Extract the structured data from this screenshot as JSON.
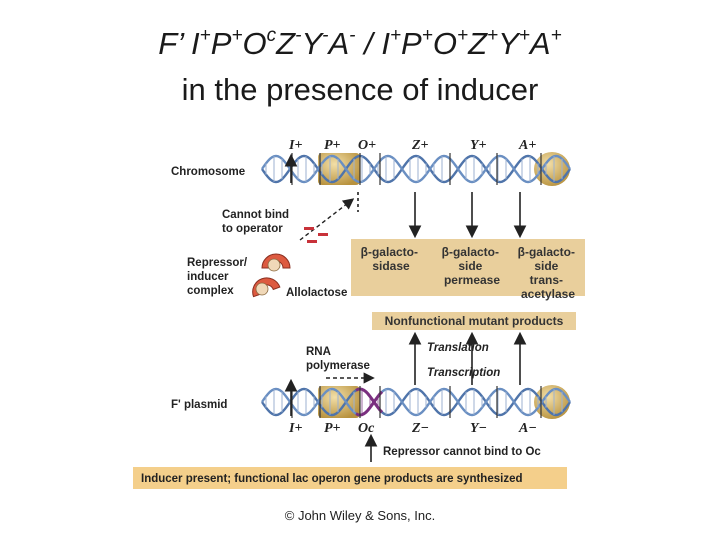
{
  "title": {
    "line1": {
      "F": "F’",
      "I1": "I",
      "I1s": "+",
      "P1": "P",
      "P1s": "+",
      "O1": "O",
      "O1s": "c",
      "Z1": "Z",
      "Z1s": "-",
      "Y1": "Y",
      "Y1s": "-",
      "A1": "A",
      "A1s": "-",
      "sep": " / ",
      "I2": "I",
      "I2s": "+",
      "P2": "P",
      "P2s": "+",
      "O2": "O",
      "O2s": "+",
      "Z2": "Z",
      "Z2s": "+",
      "Y2": "Y",
      "Y2s": "+",
      "A2": "A",
      "A2s": "+"
    },
    "line2": "in the presence of inducer"
  },
  "chromosome": {
    "label": "Chromosome",
    "genes": [
      "I+",
      "P+",
      "O+",
      "Z+",
      "Y+",
      "A+"
    ]
  },
  "repressor": {
    "cannot_bind_1": "Cannot bind",
    "cannot_bind_2": "to operator",
    "complex_1": "Repressor/",
    "complex_2": "inducer",
    "complex_3": "complex",
    "allolactose": "Allolactose"
  },
  "products": {
    "galactosidase": [
      "β-galacto-",
      "sidase"
    ],
    "permease": [
      "β-galacto-",
      "side",
      "permease"
    ],
    "transacetylase": [
      "β-galacto-",
      "side",
      "trans-",
      "acetylase"
    ],
    "nonfunctional": "Nonfunctional mutant products"
  },
  "processes": {
    "rna_polymerase_1": "RNA",
    "rna_polymerase_2": "polymerase",
    "translation": "Translation",
    "transcription": "Transcription"
  },
  "plasmid": {
    "label": "F' plasmid",
    "genes": [
      "I+",
      "P+",
      "Oc",
      "Z−",
      "Y−",
      "A−"
    ],
    "repressor_note": "Repressor cannot bind to Oc"
  },
  "caption": "Inducer present; functional lac operon gene products are synthesized",
  "copyright": "© John Wiley & Sons, Inc.",
  "colors": {
    "dna_blue": "#5b7fb0",
    "operator_purple": "#7a2f7f",
    "tan_box": "#e9cf9c",
    "caption_box": "#f4cf8b",
    "repressor_red": "#d9543a",
    "rnap_gold": "#d8b86a"
  }
}
